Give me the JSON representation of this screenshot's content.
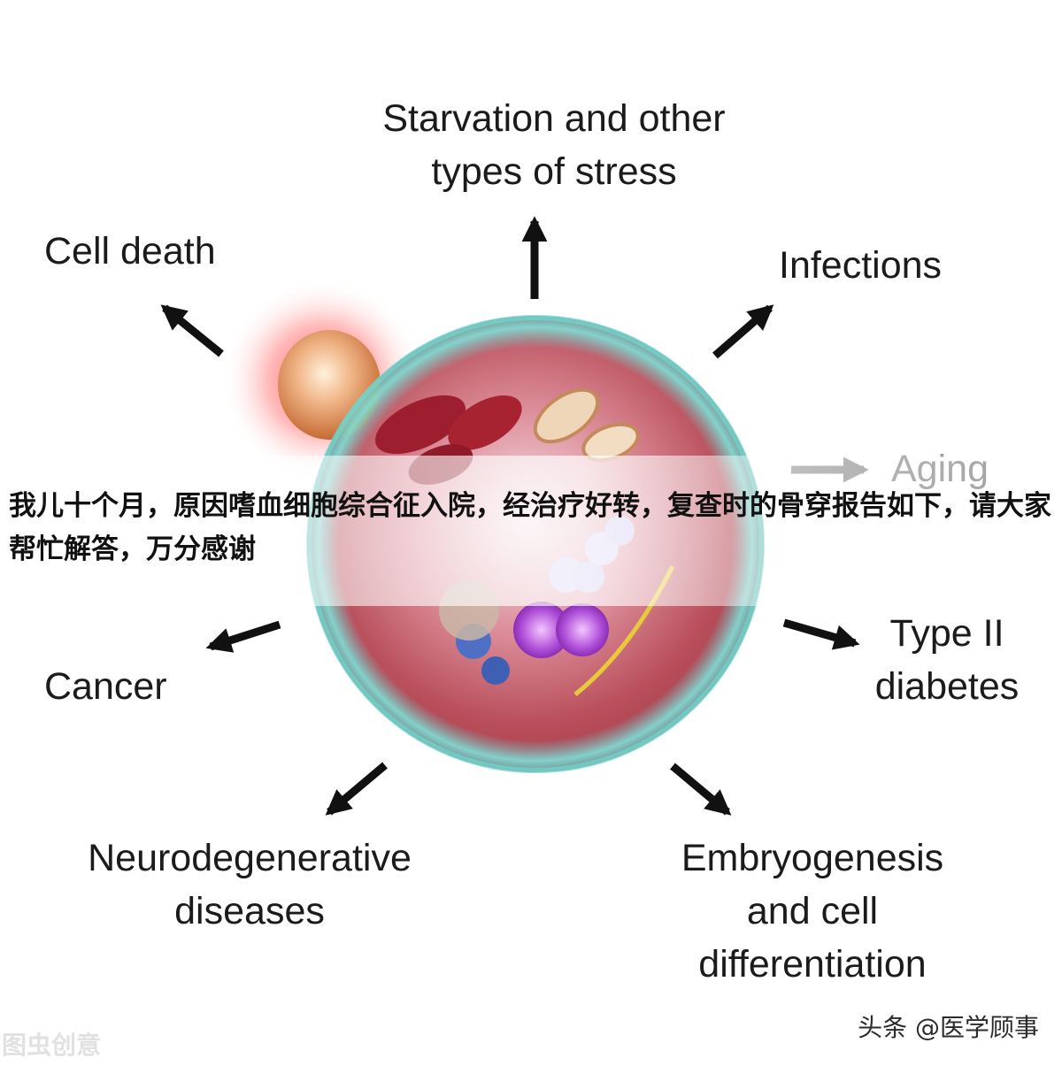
{
  "labels": {
    "starvation": [
      "Starvation and other",
      "types of stress"
    ],
    "cell_death": [
      "Cell death"
    ],
    "infections": [
      "Infections"
    ],
    "aging": [
      "Aging"
    ],
    "cancer": [
      "Cancer"
    ],
    "type2": [
      "Type II",
      "diabetes"
    ],
    "neuro": [
      "Neurodegenerative",
      "diseases"
    ],
    "embryo": [
      "Embryogenesis",
      "and cell",
      "differentiation"
    ]
  },
  "caption": "我儿十个月，原因嗜血细胞综合征入院，经治疗好转，复查时的骨穿报告如下，请大家帮忙解答，万分感谢",
  "watermark_left": "图虫创意",
  "watermark_right": "头条 @医学顾事",
  "colors": {
    "arrow": "#111111",
    "aging_arrow": "#9a9a9a",
    "aging_text": "#9c9c9c",
    "cell_rim": "#6fd6cf",
    "cell_body": "#c2565f",
    "bleb": "#e29a6a"
  }
}
